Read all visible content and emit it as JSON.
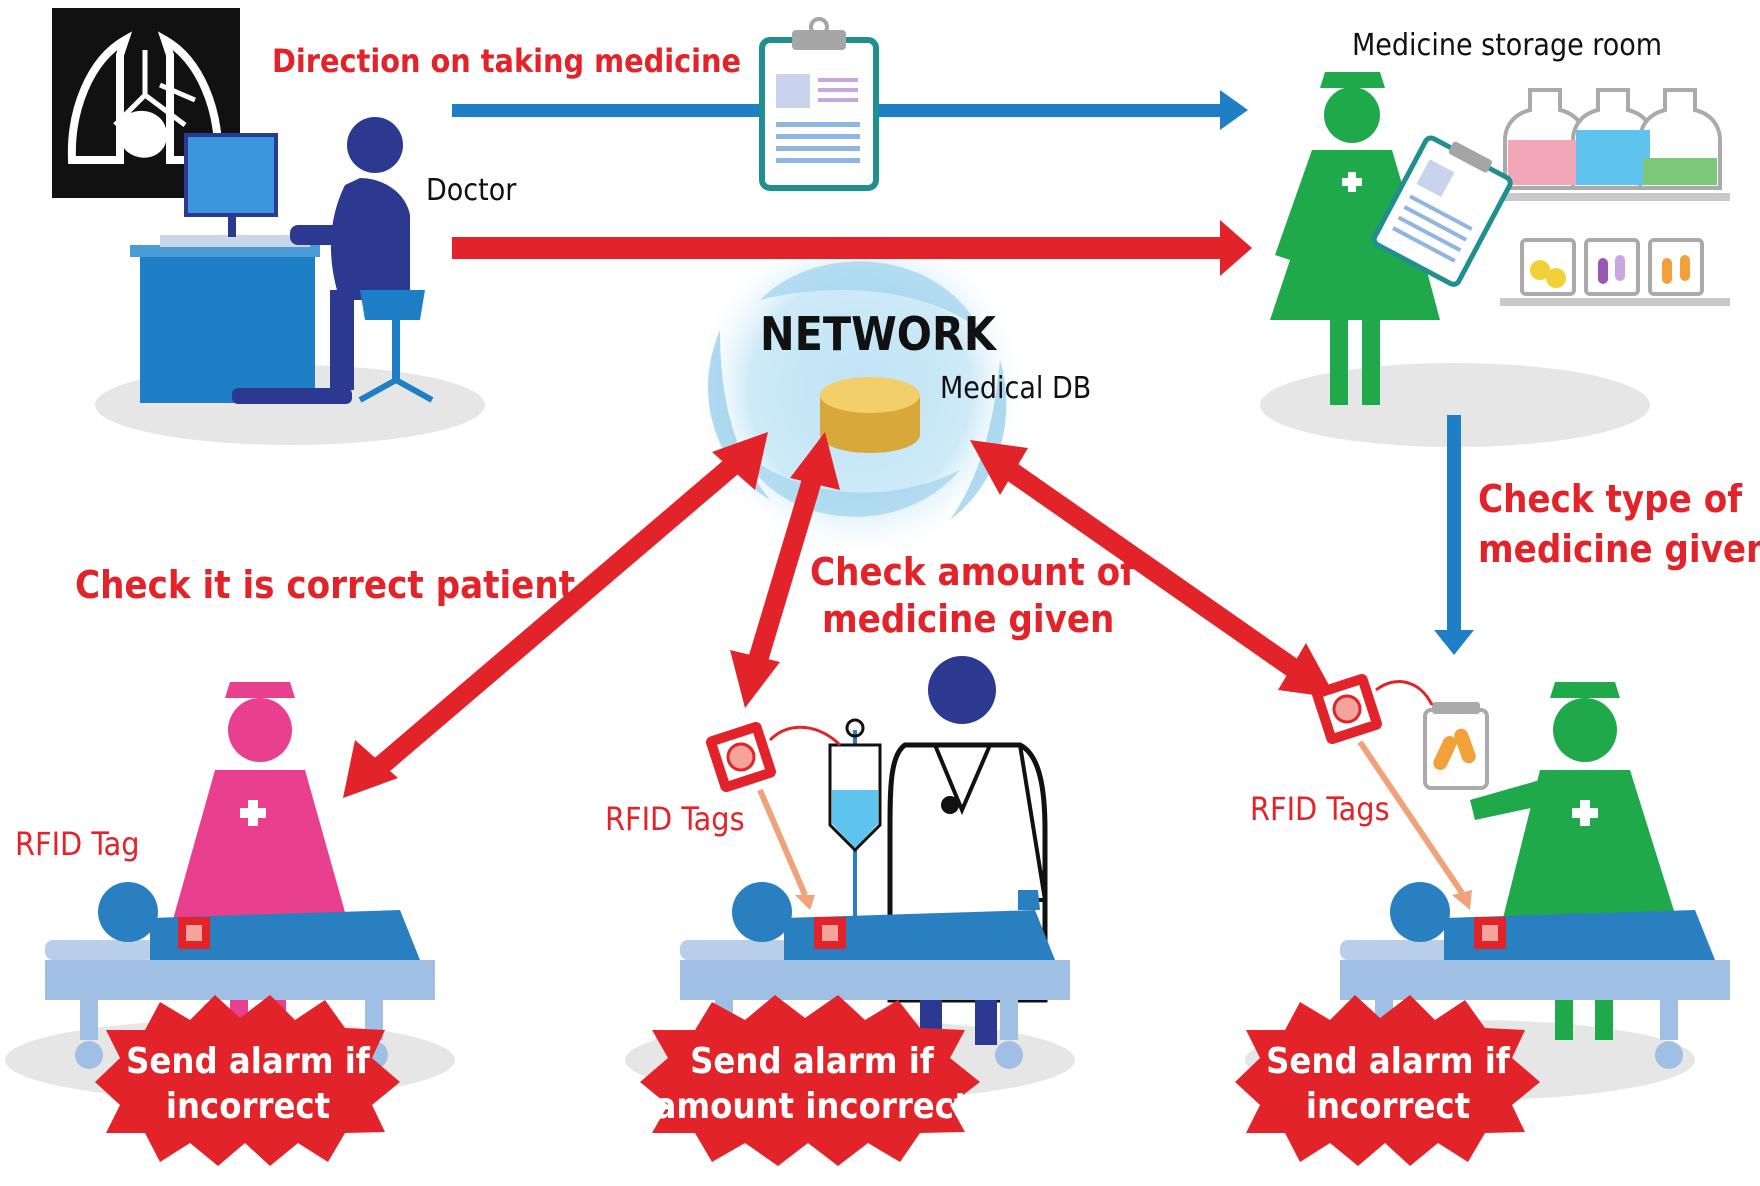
{
  "labels": {
    "direction": "Direction on taking medicine",
    "doctor": "Doctor",
    "storage_room": "Medicine storage room",
    "network": "NETWORK",
    "medical_db": "Medical DB",
    "check_patient": "Check it is correct patient",
    "check_amount_line1": "Check amount of",
    "check_amount_line2": "medicine given",
    "check_type_line1": "Check type of",
    "check_type_line2": "medicine given",
    "rfid_tag": "RFID Tag",
    "rfid_tags_center": "RFID Tags",
    "rfid_tags_right": "RFID Tags",
    "alarm_left_line1": "Send alarm if",
    "alarm_left_line2": "incorrect",
    "alarm_center_line1": "Send alarm if",
    "alarm_center_line2": "amount incorrect",
    "alarm_right_line1": "Send alarm if",
    "alarm_right_line2": "incorrect"
  },
  "colors": {
    "red": "#e2232a",
    "blue": "#1f7fc6",
    "green": "#20a94a",
    "pink": "#e8408f",
    "navy": "#2b3990",
    "patient_blue": "#2a7fc1",
    "bed": "#9fbfe4",
    "shadow": "#e6e6e6"
  },
  "icons": {
    "xray": "lung-xray-icon",
    "clipboard": "clipboard-icon",
    "database": "database-icon"
  }
}
